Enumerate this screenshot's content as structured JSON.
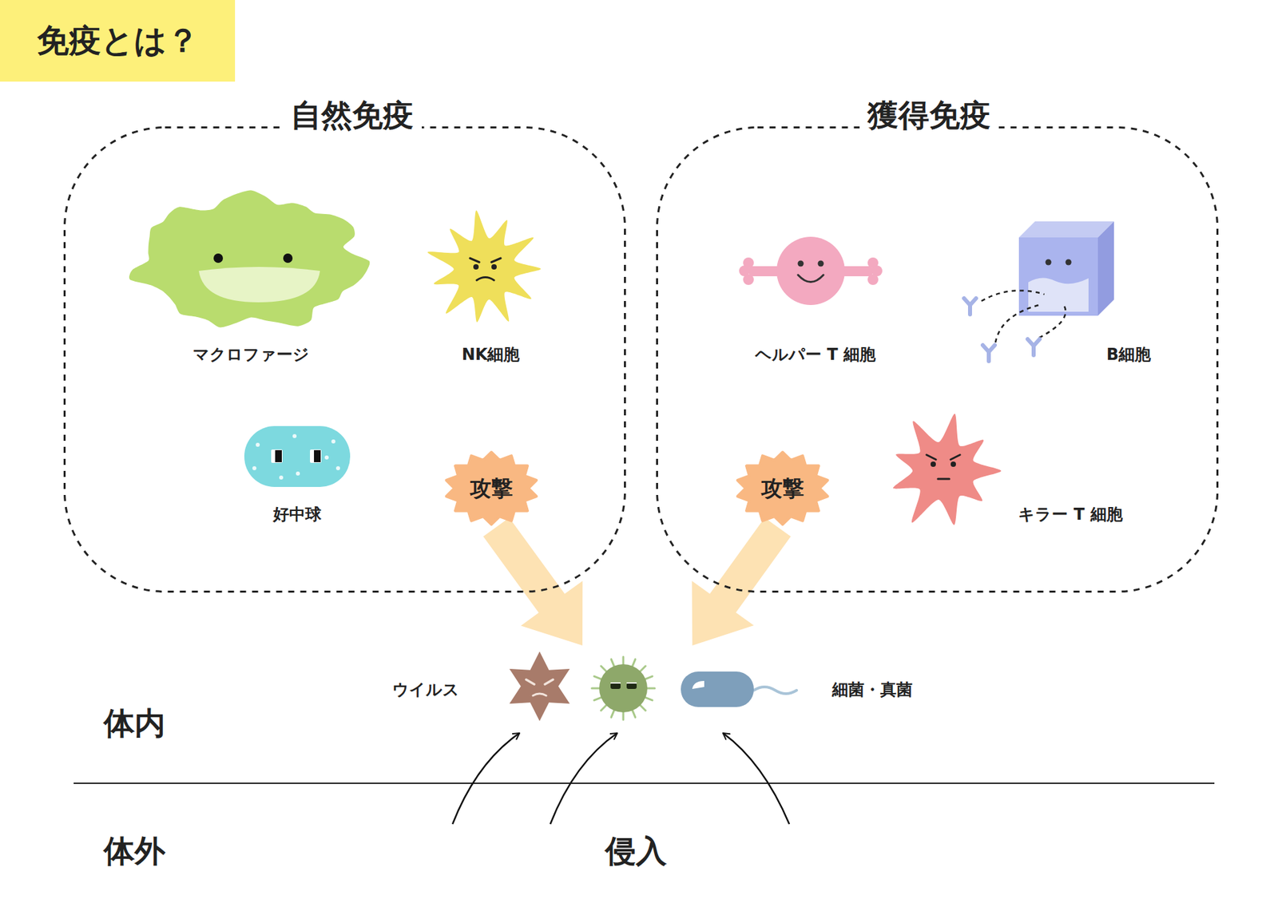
{
  "diagram": {
    "title": "免疫とは？",
    "nodes": [
      {
        "text": [
          "自然免疫"
        ]
      },
      {
        "text": [
          "マクロファージ"
        ],
        "in": 0
      },
      {
        "text": [
          "NK細胞"
        ],
        "in": 0
      },
      {
        "text": [
          "好中球"
        ],
        "in": 0
      },
      {
        "text": [
          "攻撃"
        ],
        "in": 0
      },
      {
        "text": [
          "獲得免疫"
        ]
      },
      {
        "text": [
          "ヘルパー T 細胞"
        ],
        "in": 5
      },
      {
        "text": [
          "B細胞"
        ],
        "in": 5
      },
      {
        "text": [
          "キラー T 細胞"
        ],
        "in": 5
      },
      {
        "text": [
          "攻撃"
        ],
        "in": 5
      },
      {
        "text": [
          "ウイルス"
        ]
      },
      {
        "text": [
          "細菌・真菌"
        ]
      }
    ],
    "edges": [
      {
        "from": 4,
        "to": 10,
        "arrow": "to"
      },
      {
        "from": 9,
        "to": 11,
        "arrow": "to"
      }
    ],
    "labels": [
      "体内",
      "体外",
      "侵入"
    ]
  }
}
